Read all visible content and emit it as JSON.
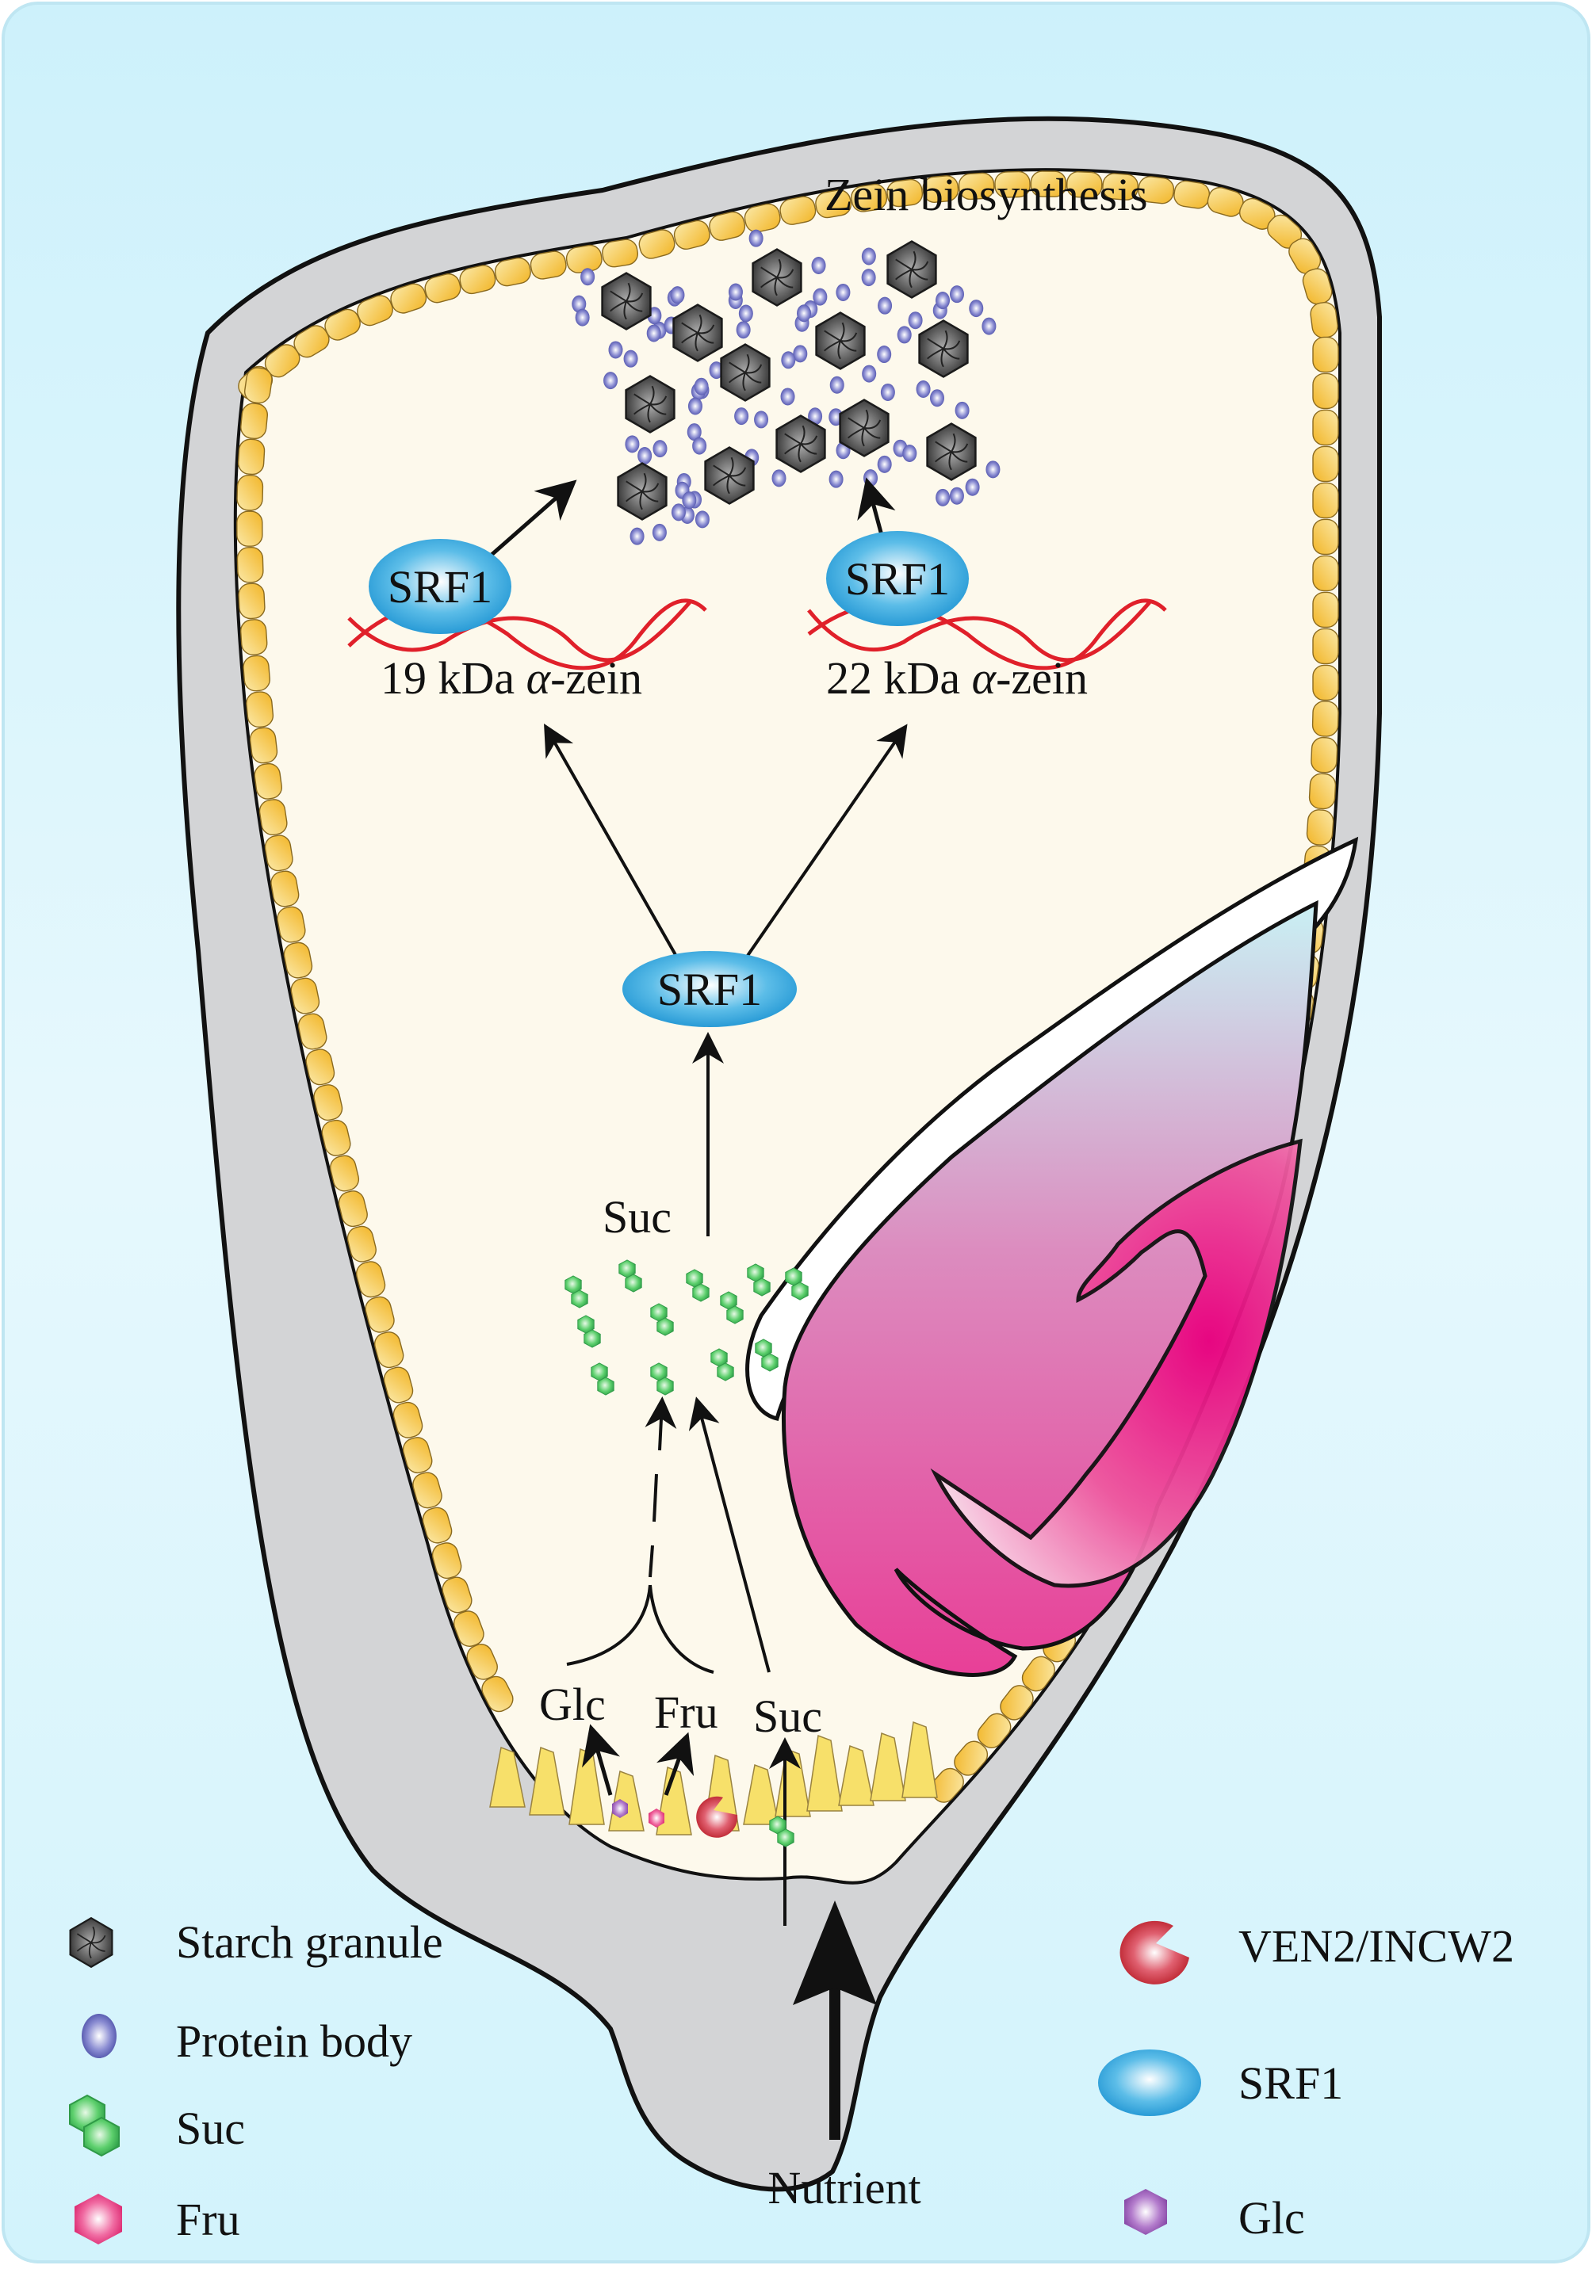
{
  "figure": {
    "title_label": "Zein biosynthesis",
    "colors": {
      "background": "#d4f3fc",
      "pericarp": "#d3d4d6",
      "endosperm": "#fdf9ec",
      "aleurone": "#f5c243",
      "embryo": "#e8007f",
      "srf1": "#2ba3dd",
      "dna": "#e0202a",
      "protein_body": "#6d6fc0",
      "starch": "#4a4a4a",
      "suc": "#3fbf5a",
      "fru": "#e8407f",
      "glc": "#9a5cb4",
      "ven2": "#c8202e"
    }
  },
  "nodes": {
    "srf1_left": "SRF1",
    "srf1_right": "SRF1",
    "srf1_center": "SRF1",
    "gene_19": "19 kDa ",
    "gene_19_alpha": "α",
    "gene_19_suffix": "-zein",
    "gene_22": "22 kDa ",
    "gene_22_alpha": "α",
    "gene_22_suffix": "-zein",
    "suc_cluster": "Suc",
    "glc": "Glc",
    "fru": "Fru",
    "suc_bottom": "Suc",
    "nutrient": "Nutrient"
  },
  "legend": {
    "left": [
      {
        "icon": "starch-granule-icon",
        "label": "Starch granule"
      },
      {
        "icon": "protein-body-icon",
        "label": "Protein body"
      },
      {
        "icon": "sucrose-icon",
        "label": "Suc"
      },
      {
        "icon": "fructose-icon",
        "label": "Fru"
      }
    ],
    "right": [
      {
        "icon": "ven2-incw2-icon",
        "label": "VEN2/INCW2"
      },
      {
        "icon": "srf1-icon",
        "label": "SRF1"
      },
      {
        "icon": "glucose-icon",
        "label": "Glc"
      }
    ]
  }
}
